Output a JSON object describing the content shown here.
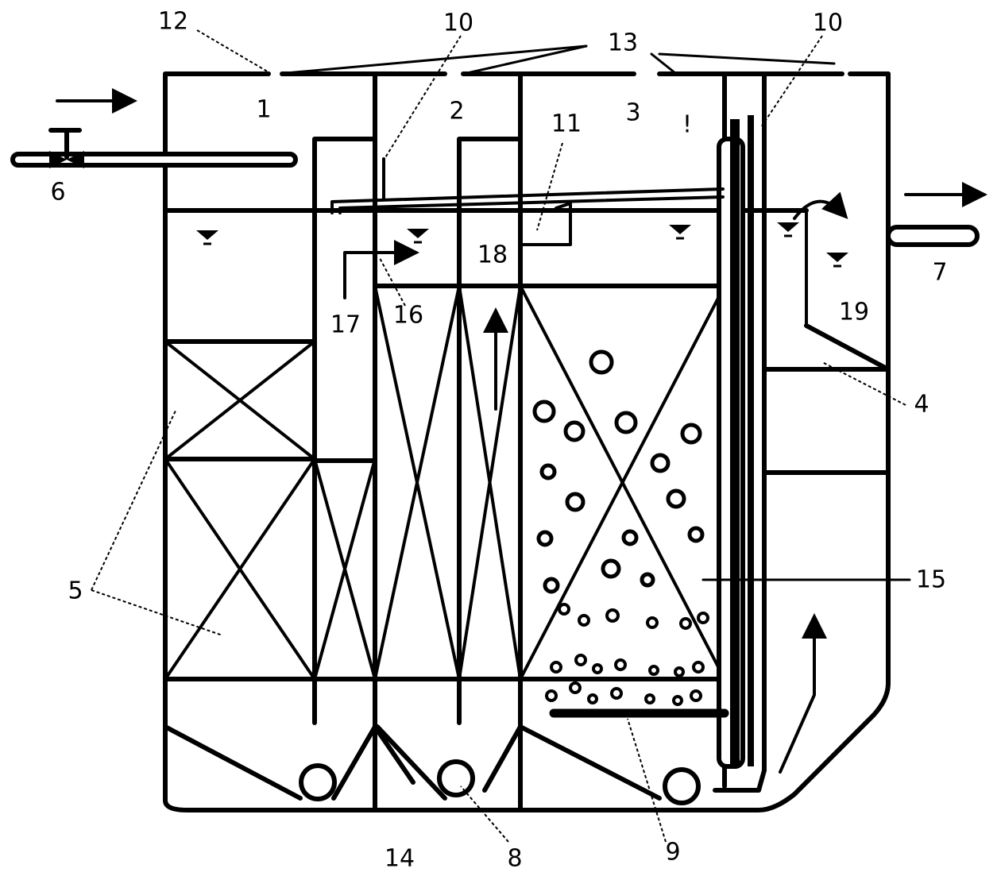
{
  "labels": {
    "n1": "1",
    "n2": "2",
    "n3": "3",
    "n4": "4",
    "n5": "5",
    "n6": "6",
    "n7": "7",
    "n8": "8",
    "n9": "9",
    "n10a": "10",
    "n10b": "10",
    "n11": "11",
    "n12": "12",
    "n13": "13",
    "n14": "14",
    "n15": "15",
    "n16": "16",
    "n17": "17",
    "n18": "18",
    "n19": "19",
    "mark": "!"
  },
  "icons": {
    "inflow": "right-arrow-icon",
    "outflow": "right-arrow-icon",
    "upflow": "up-arrow-icon",
    "overflow": "curved-arrow-icon",
    "water_level": "water-level-icon",
    "valve": "valve-icon"
  },
  "colors": {
    "line": "#000000",
    "background": "#ffffff"
  }
}
